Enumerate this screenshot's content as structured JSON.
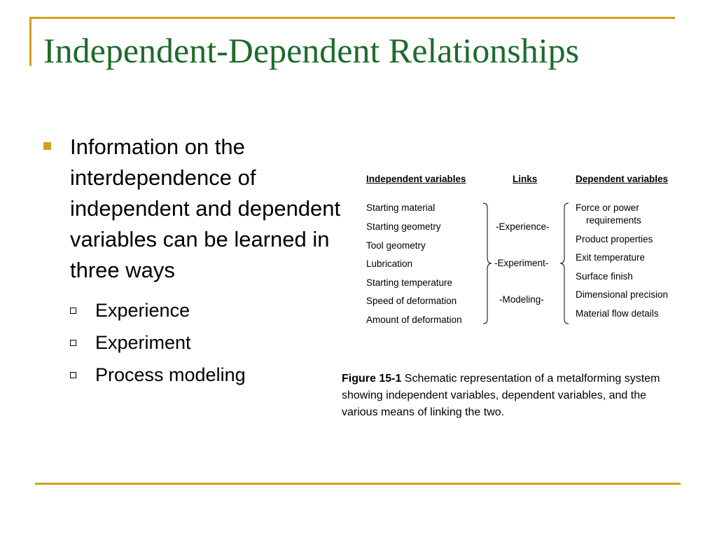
{
  "slide": {
    "title": "Independent-Dependent Relationships",
    "bullet": "Information on the interdependence of independent and dependent variables can be learned in three ways",
    "sub_bullets": [
      "Experience",
      "Experiment",
      "Process modeling"
    ]
  },
  "figure": {
    "headers": {
      "independent": "Independent variables",
      "links": "Links",
      "dependent": "Dependent variables"
    },
    "independent_variables": [
      "Starting material",
      "Starting geometry",
      "Tool geometry",
      "Lubrication",
      "Starting temperature",
      "Speed of deformation",
      "Amount of deformation"
    ],
    "links": [
      "-Experience-",
      "-Experiment-",
      "-Modeling-"
    ],
    "dependent_variables": [
      "Force or power",
      "requirements",
      "Product properties",
      "Exit temperature",
      "Surface finish",
      "Dimensional precision",
      "Material flow details"
    ]
  },
  "caption": {
    "label": "Figure 15-1",
    "text": " Schematic representation of a metalforming system showing independent variables, dependent variables, and the various means of linking the two."
  },
  "colors": {
    "accent": "#d4a017",
    "title": "#1c6b2c"
  }
}
